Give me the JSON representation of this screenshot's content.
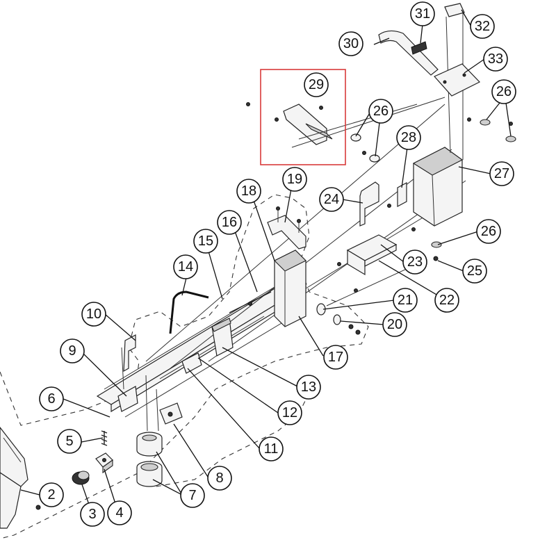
{
  "diagram": {
    "highlight_color": "#d93a3a",
    "callouts": [
      {
        "label": "2"
      },
      {
        "label": "3"
      },
      {
        "label": "4"
      },
      {
        "label": "5"
      },
      {
        "label": "6"
      },
      {
        "label": "7"
      },
      {
        "label": "8"
      },
      {
        "label": "9"
      },
      {
        "label": "10"
      },
      {
        "label": "11"
      },
      {
        "label": "12"
      },
      {
        "label": "13"
      },
      {
        "label": "14"
      },
      {
        "label": "15"
      },
      {
        "label": "16"
      },
      {
        "label": "17"
      },
      {
        "label": "18"
      },
      {
        "label": "19"
      },
      {
        "label": "20"
      },
      {
        "label": "21"
      },
      {
        "label": "22"
      },
      {
        "label": "23"
      },
      {
        "label": "24"
      },
      {
        "label": "25"
      },
      {
        "label": "26"
      },
      {
        "label": "26"
      },
      {
        "label": "26"
      },
      {
        "label": "27"
      },
      {
        "label": "28"
      },
      {
        "label": "29"
      },
      {
        "label": "30"
      },
      {
        "label": "31"
      },
      {
        "label": "32"
      },
      {
        "label": "33"
      }
    ]
  }
}
